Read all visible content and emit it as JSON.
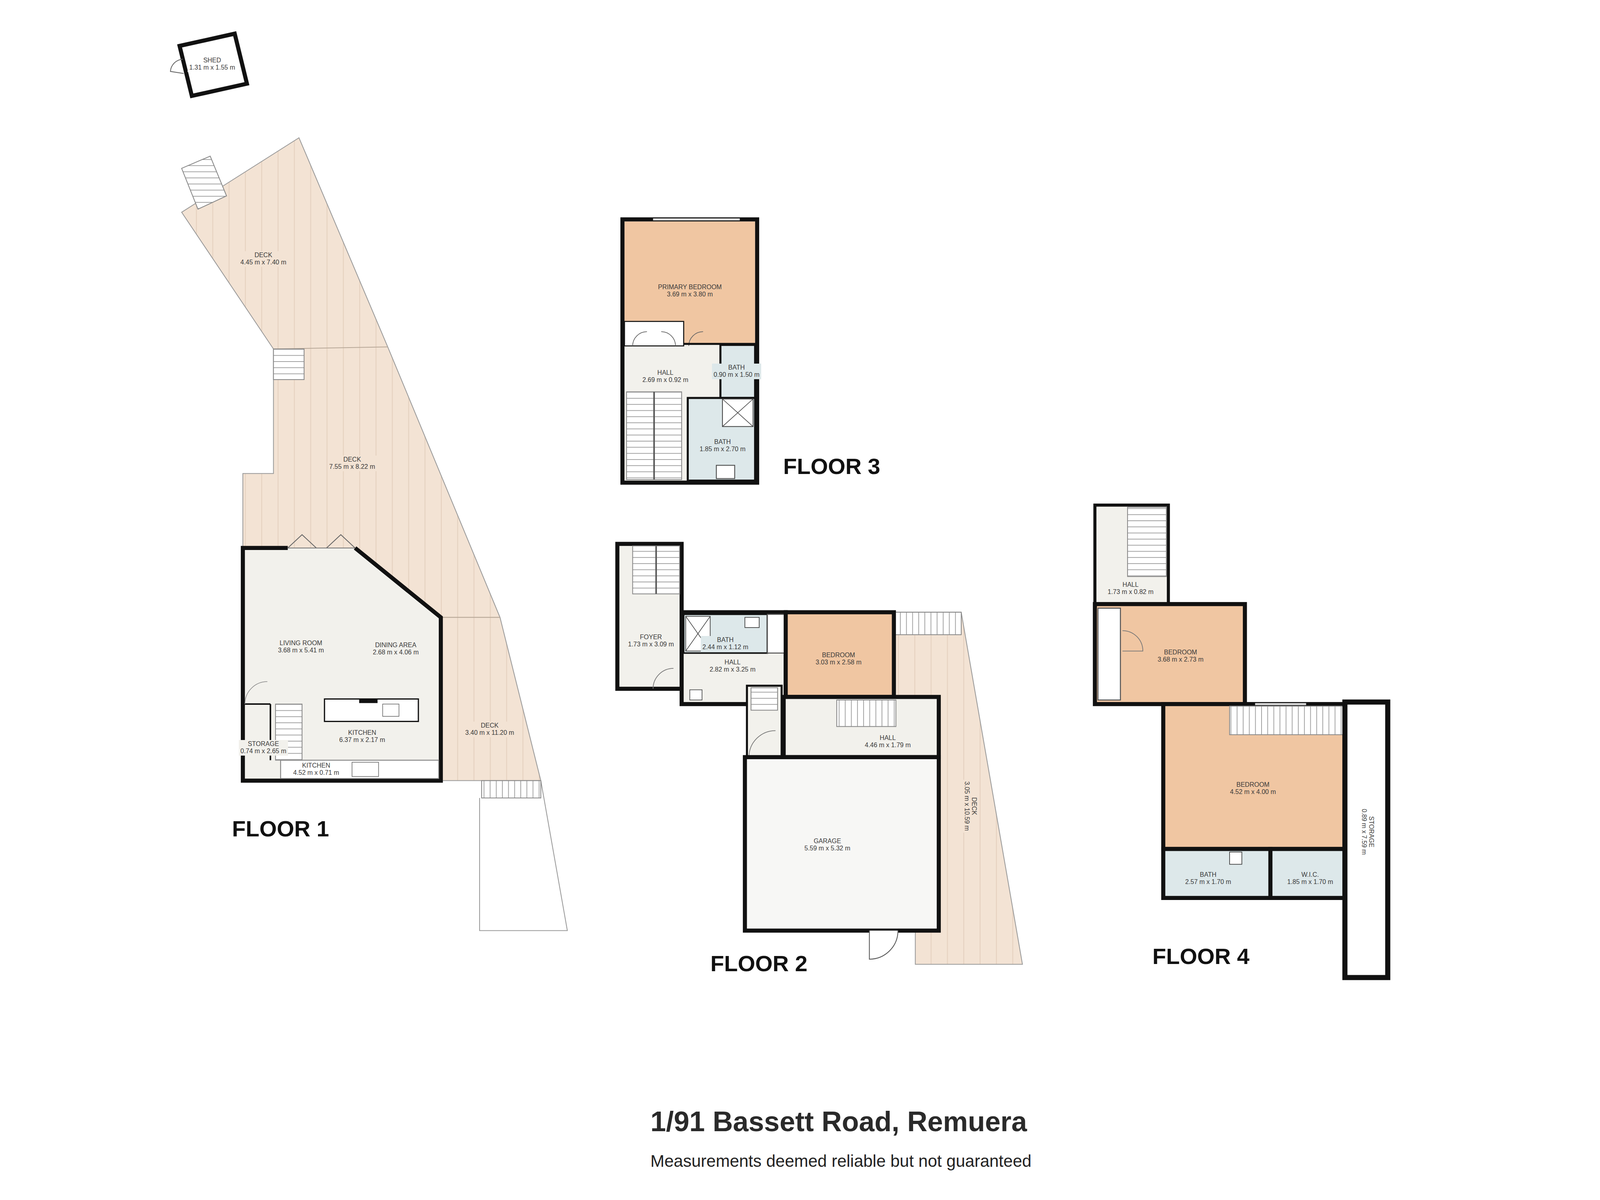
{
  "diagram": {
    "title": "1/91 Bassett Road, Remuera",
    "caption": "Measurements deemed reliable but not guaranteed",
    "nodes": [
      {
        "text": [
          "SHED",
          "1.31 m x 1.55 m"
        ]
      },
      {
        "text": [
          "DECK",
          "4.45 m x 7.40 m"
        ]
      },
      {
        "text": [
          "DECK",
          "7.55 m x 8.22 m"
        ]
      },
      {
        "text": [
          "LIVING ROOM",
          "3.68 m x 5.41 m"
        ]
      },
      {
        "text": [
          "DINING AREA",
          "2.68 m x 4.06 m"
        ]
      },
      {
        "text": [
          "KITCHEN",
          "6.37 m x 2.17 m"
        ]
      },
      {
        "text": [
          "STORAGE",
          "0.74 m x 2.65 m"
        ]
      },
      {
        "text": [
          "KITCHEN",
          "4.52 m x 0.71 m"
        ]
      },
      {
        "text": [
          "DECK",
          "3.40 m x 11.20 m"
        ]
      },
      {
        "text": [
          "PRIMARY BEDROOM",
          "3.69 m x 3.80 m"
        ]
      },
      {
        "text": [
          "HALL",
          "2.69 m x 0.92 m"
        ]
      },
      {
        "text": [
          "BATH",
          "0.90 m x 1.50 m"
        ]
      },
      {
        "text": [
          "BATH",
          "1.85 m x 2.70 m"
        ]
      },
      {
        "text": [
          "FOYER",
          "1.73 m x 3.09 m"
        ]
      },
      {
        "text": [
          "BATH",
          "2.44 m x 1.12 m"
        ]
      },
      {
        "text": [
          "HALL",
          "2.82 m x 3.25 m"
        ]
      },
      {
        "text": [
          "BEDROOM",
          "3.03 m x 2.58 m"
        ]
      },
      {
        "text": [
          "HALL",
          "4.46 m x 1.79 m"
        ]
      },
      {
        "text": [
          "GARAGE",
          "5.59 m x 5.32 m"
        ]
      },
      {
        "text": [
          "DECK",
          "3.05 m x 10.59 m"
        ]
      },
      {
        "text": [
          "HALL",
          "1.73 m x 0.82 m"
        ]
      },
      {
        "text": [
          "BEDROOM",
          "3.68 m x 2.73 m"
        ]
      },
      {
        "text": [
          "BEDROOM",
          "4.52 m x 4.00 m"
        ]
      },
      {
        "text": [
          "BATH",
          "2.57 m x 1.70 m"
        ]
      },
      {
        "text": [
          "W.I.C.",
          "1.85 m x 1.70 m"
        ]
      },
      {
        "text": [
          "STORAGE",
          "0.89 m x 7.59 m"
        ]
      }
    ],
    "labels": [
      "FLOOR 1",
      "FLOOR 2",
      "FLOOR 3",
      "FLOOR 4"
    ]
  }
}
